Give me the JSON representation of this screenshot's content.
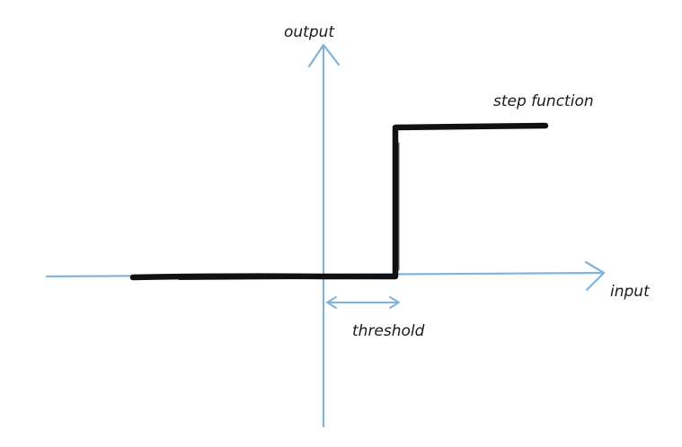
{
  "labels": {
    "y_axis": "output",
    "x_axis": "input",
    "curve": "step function",
    "threshold": "threshold"
  },
  "colors": {
    "axis": "#7fb3dc",
    "curve": "#111111",
    "text": "#1a1a1a",
    "background": "#ffffff"
  }
}
